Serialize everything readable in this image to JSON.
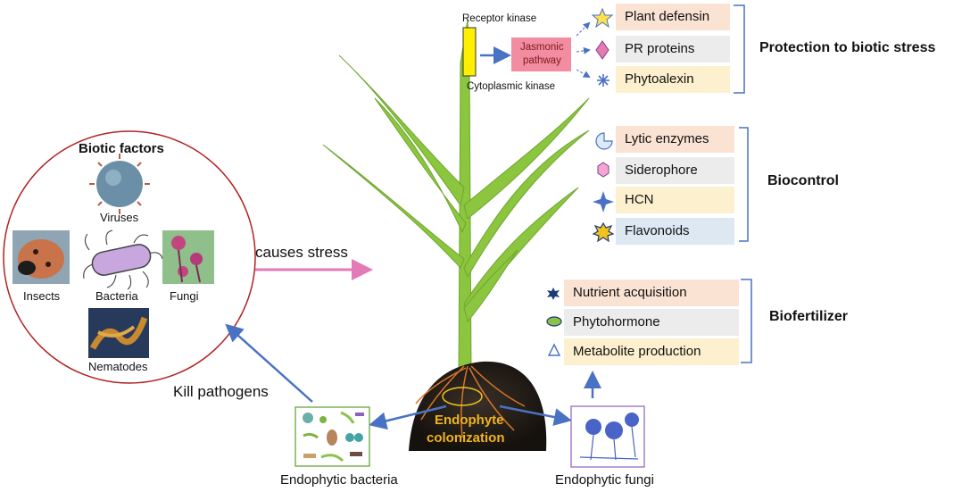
{
  "biotic": {
    "title": "Biotic factors",
    "viruses": "Viruses",
    "insects": "Insects",
    "bacteria": "Bacteria",
    "fungi": "Fungi",
    "nematodes": "Nematodes"
  },
  "arrows": {
    "causes_stress": "causes stress",
    "kill_pathogens": "Kill pathogens"
  },
  "signaling": {
    "receptor": "Receptor kinase",
    "cytoplasmic": "Cytoplasmic kinase",
    "jasmonic_line1": "Jasmonic",
    "jasmonic_line2": "pathway"
  },
  "protection": {
    "heading": "Protection to biotic stress",
    "items": [
      "Plant defensin",
      "PR proteins",
      "Phytoalexin"
    ]
  },
  "biocontrol": {
    "heading": "Biocontrol",
    "items": [
      "Lytic enzymes",
      "Siderophore",
      "HCN",
      "Flavonoids"
    ]
  },
  "biofertilizer": {
    "heading": "Biofertilizer",
    "items": [
      "Nutrient acquisition",
      "Phytohormone",
      "Metabolite production"
    ]
  },
  "colonization": {
    "line1": "Endophyte",
    "line2": "colonization"
  },
  "endophytes": {
    "bacteria": "Endophytic bacteria",
    "fungi": "Endophytic fungi"
  },
  "colors": {
    "circle": "#b22222",
    "stress_arrow": "#e27bb8",
    "blue_arrow": "#4a72c4",
    "leaf": "#8cc63f",
    "jasmonic_box": "#f28ca0",
    "receptor_bar": "#ffee00",
    "colonization_text": "#f2b41d"
  }
}
